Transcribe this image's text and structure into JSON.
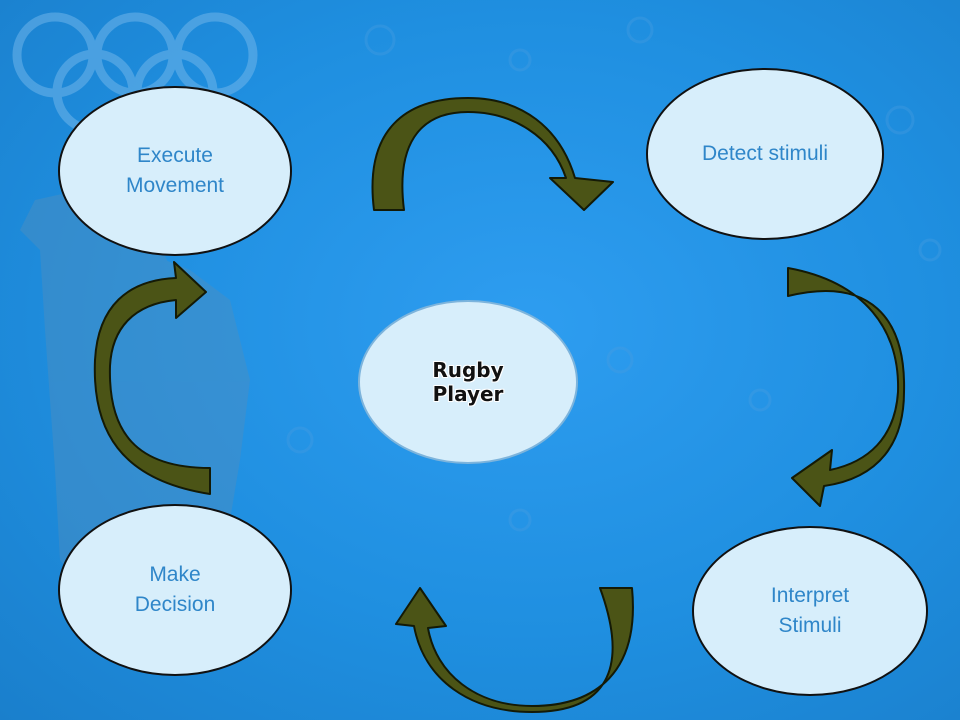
{
  "nodes": {
    "execute": "Execute\nMovement",
    "detect": "Detect stimuli",
    "center": "Rugby\nPlayer",
    "decision": "Make\nDecision",
    "interpret": "Interpret\nStimuli"
  },
  "colors": {
    "node_fill": "#d7eefb",
    "node_text": "#2f86c9",
    "arrow_fill": "#4b5416",
    "background": "#1f8fe0"
  }
}
